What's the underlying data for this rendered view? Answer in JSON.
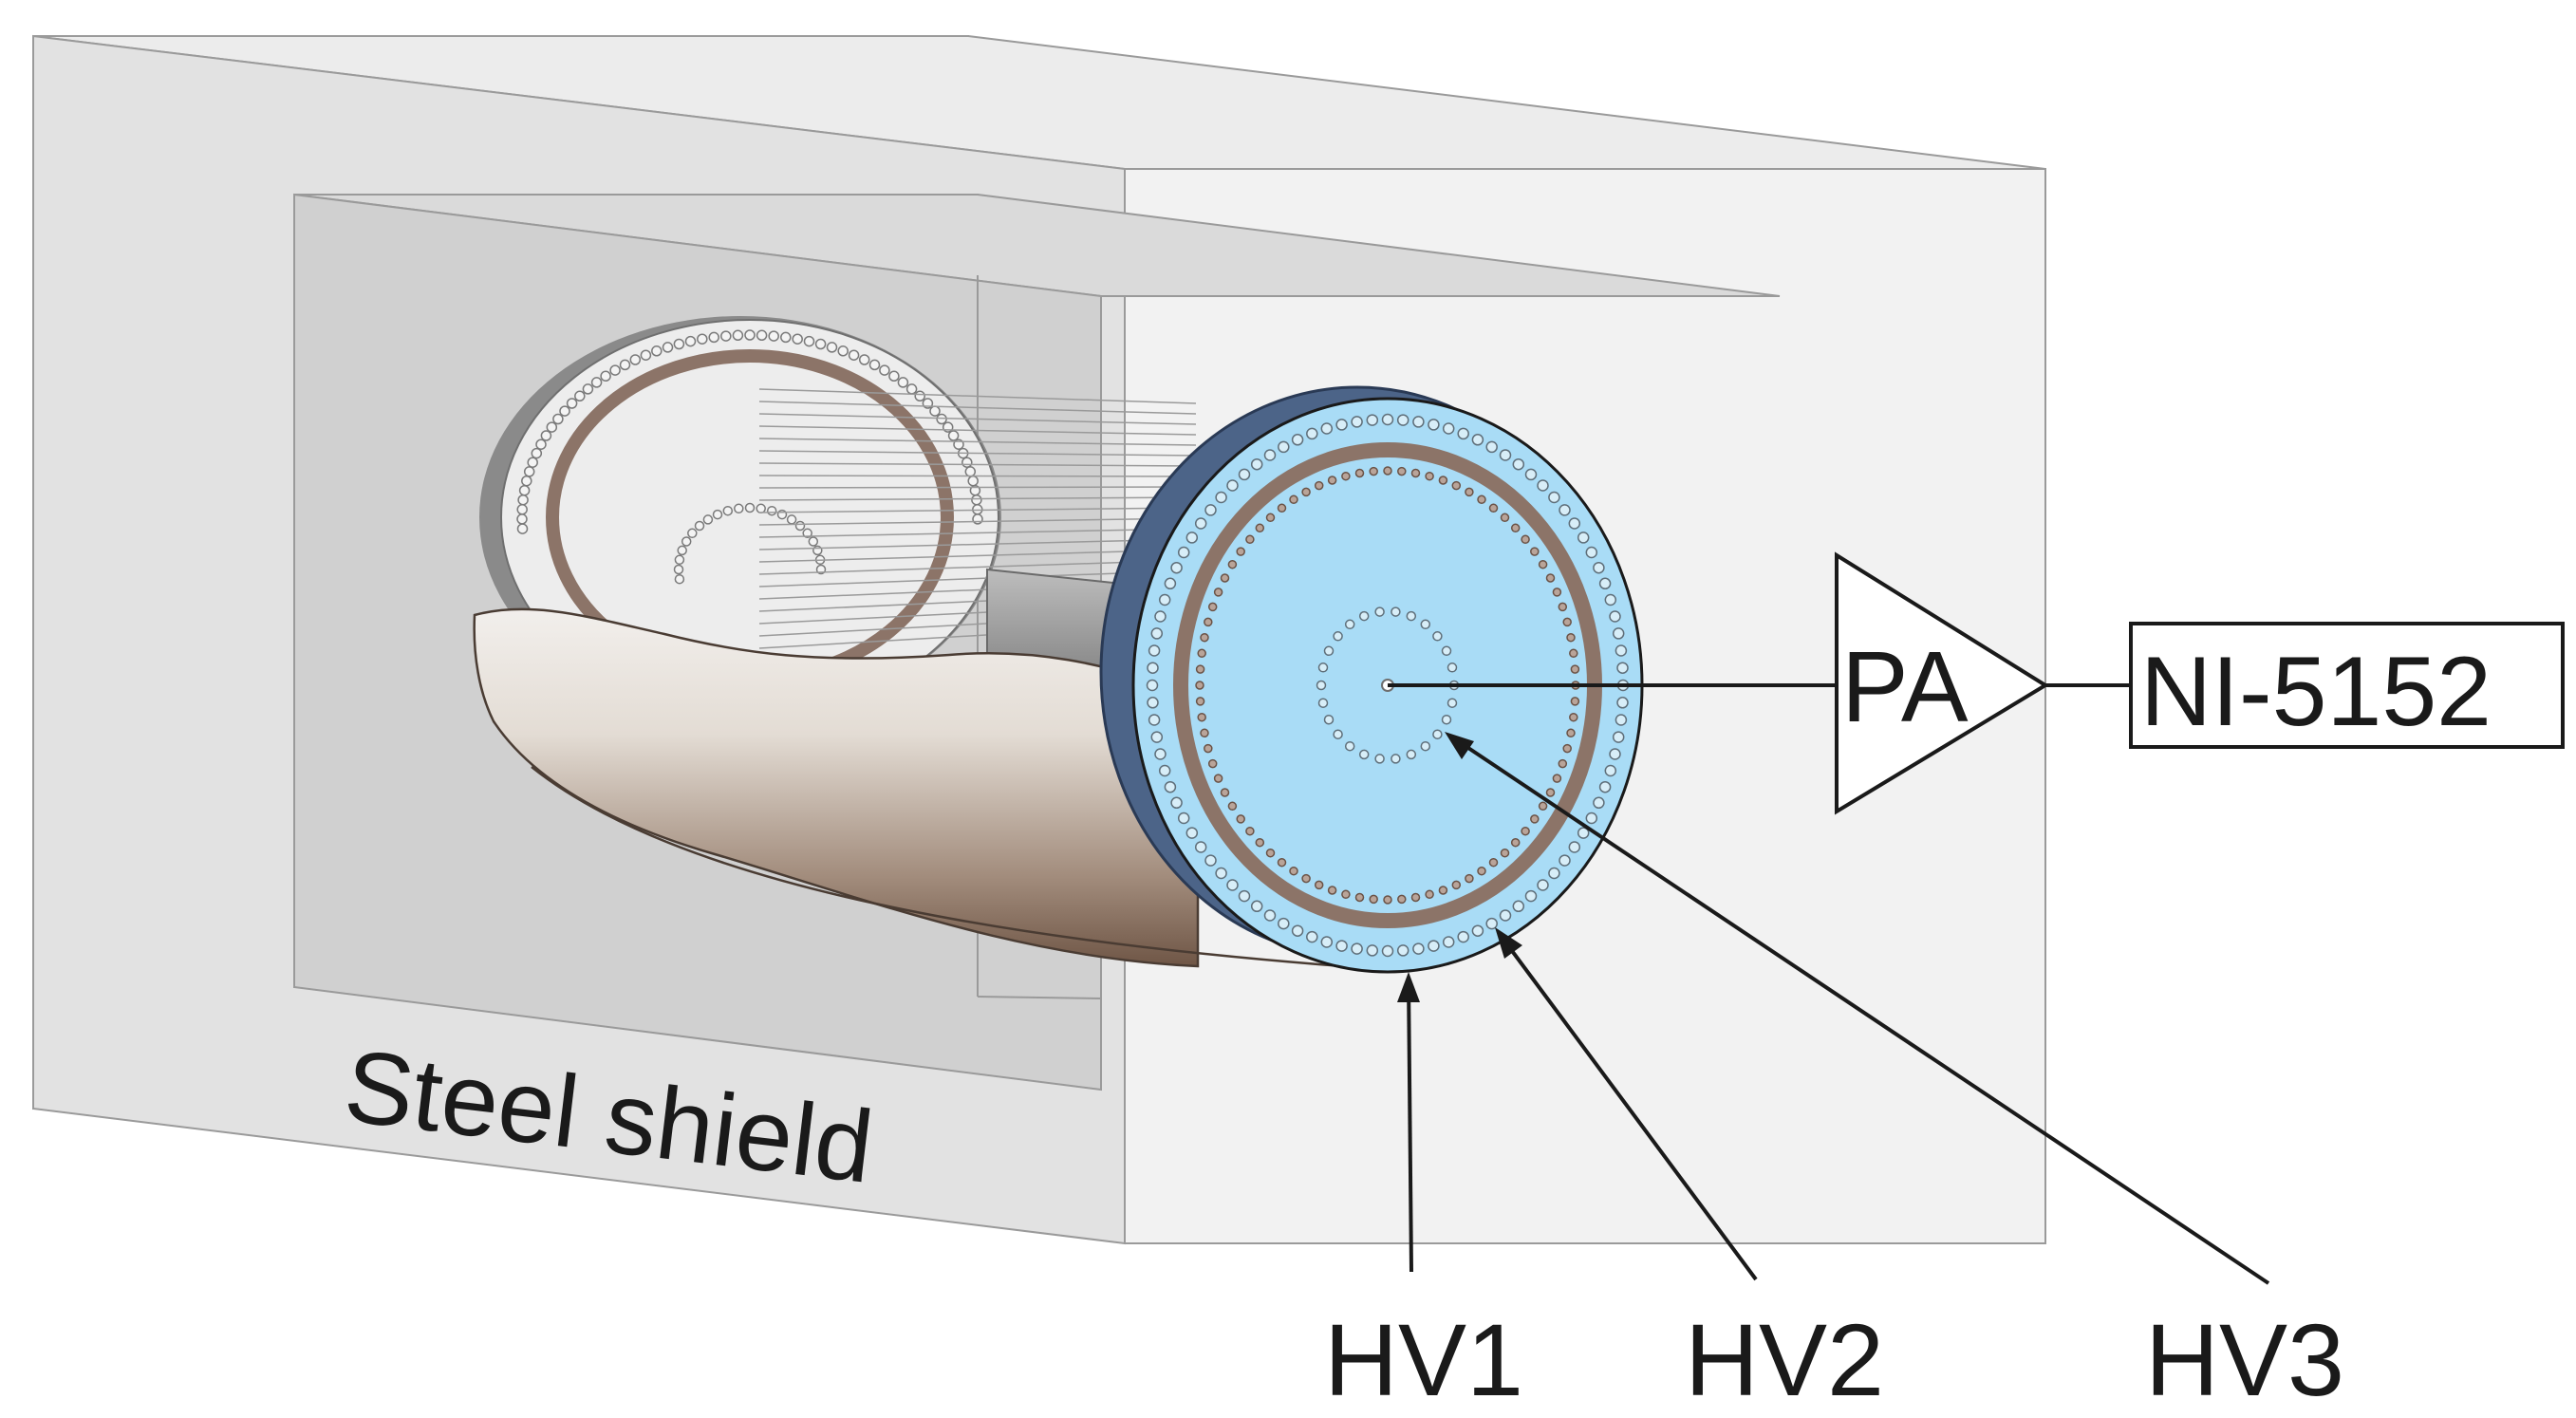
{
  "labels": {
    "shield": "Steel shield",
    "amplifier": "PA",
    "digitizer": "NI-5152",
    "hv1": "HV1",
    "hv2": "HV2",
    "hv3": "HV3"
  },
  "colors": {
    "outer_box": "#e3e3e3",
    "inner_box": "#d6d6d6",
    "face_fill": "#a9dcf6",
    "ring": "#8c7468",
    "rim_blue": "#4c6488",
    "tube_light": "#ebe6e1",
    "tube_dark": "#7a6354",
    "stroke": "#1a1a1a"
  }
}
